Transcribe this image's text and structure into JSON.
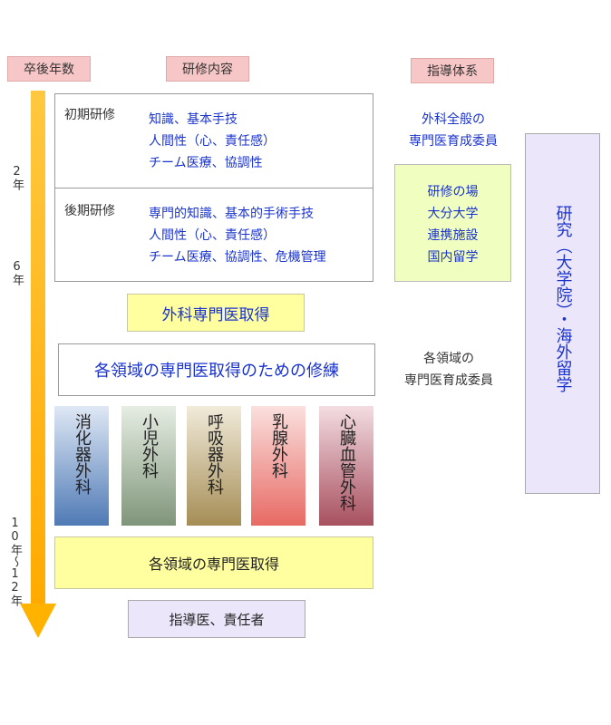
{
  "headers": {
    "years": "卒後年数",
    "content": "研修内容",
    "guidance": "指導体系"
  },
  "years": {
    "y2": "2年",
    "y6": "6年",
    "y10_12": "10年〜12年"
  },
  "early": {
    "label": "初期研修",
    "lines": [
      "知識、基本手技",
      "人間性（心、責任感）",
      "チーム医療、協調性"
    ]
  },
  "late": {
    "label": "後期研修",
    "lines": [
      "専門的知識、基本的手術手技",
      "人間性（心、責任感）",
      "チーム医療、協調性、危機管理"
    ]
  },
  "surgical_cert": "外科専門医取得",
  "specialty_training": "各領域の専門医取得のための修練",
  "specialties": [
    "消化器外科",
    "小児外科",
    "呼吸器外科",
    "乳腺外科",
    "心臓血管外科"
  ],
  "specialty_cert": "各領域の専門医取得",
  "instructor": "指導医、責任者",
  "committee_general": [
    "外科全般の",
    "専門医育成委員"
  ],
  "training_sites": [
    "研修の場",
    "大分大学",
    "連携施設",
    "国内留学"
  ],
  "committee_specialty": [
    "各領域の",
    "専門医育成委員"
  ],
  "research": "研究（大学院）・海外留学",
  "colors": {
    "arrow": "#ffb300",
    "header_bg": "#f7c7c7",
    "blue_text": "#1a33cc",
    "digestive": "#6b8fc0",
    "pediatric": "#8fa38a",
    "respiratory": "#b5a06a",
    "breast": "#ea7b76",
    "cardiovascular": "#b56676"
  }
}
